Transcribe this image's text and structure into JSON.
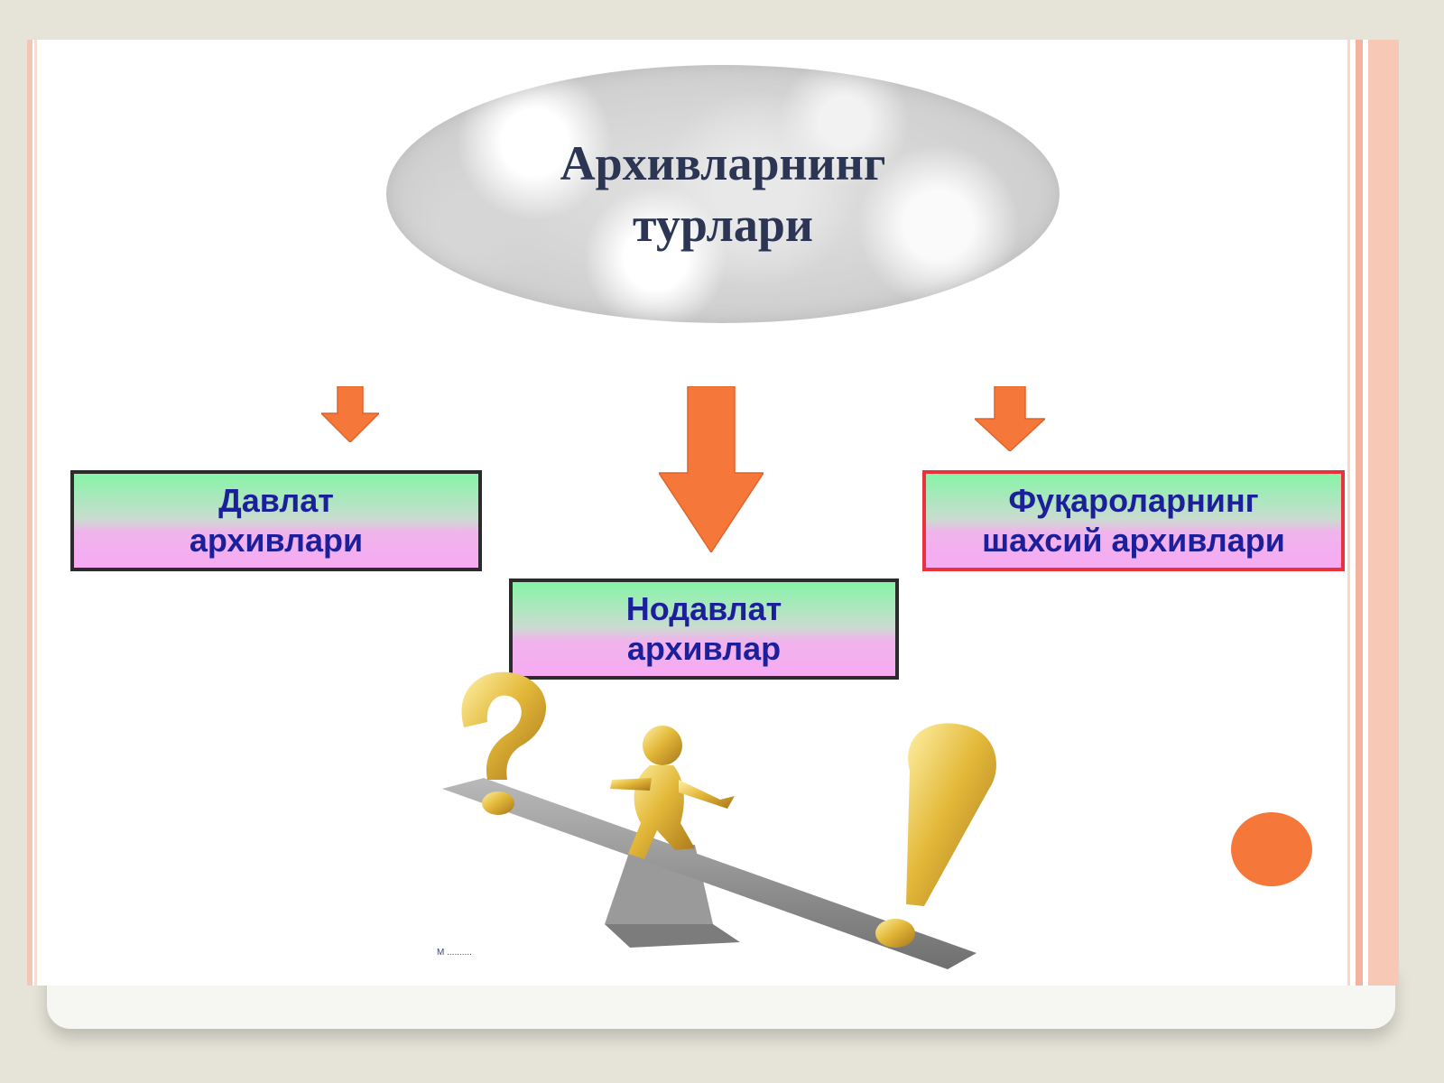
{
  "slide": {
    "title_lines": [
      "Архивларнинг",
      "турлари"
    ],
    "boxes": [
      {
        "lines": [
          "Давлат",
          "архивлари"
        ]
      },
      {
        "lines": [
          "Нодавлат",
          "архивлар"
        ]
      },
      {
        "lines": [
          "Фуқароларнинг",
          "шахсий архивлари"
        ]
      }
    ],
    "caption": "M ..........",
    "colors": {
      "arrow": "#f5773a",
      "box_text": "#1c1f9a",
      "title_text": "#2c3553",
      "accent_dot": "#f5773a",
      "box_border": "#2b2b2b",
      "box_border_highlight": "#e8333d"
    },
    "illustration": "seesaw-figure-with-question-and-exclamation-marks"
  }
}
